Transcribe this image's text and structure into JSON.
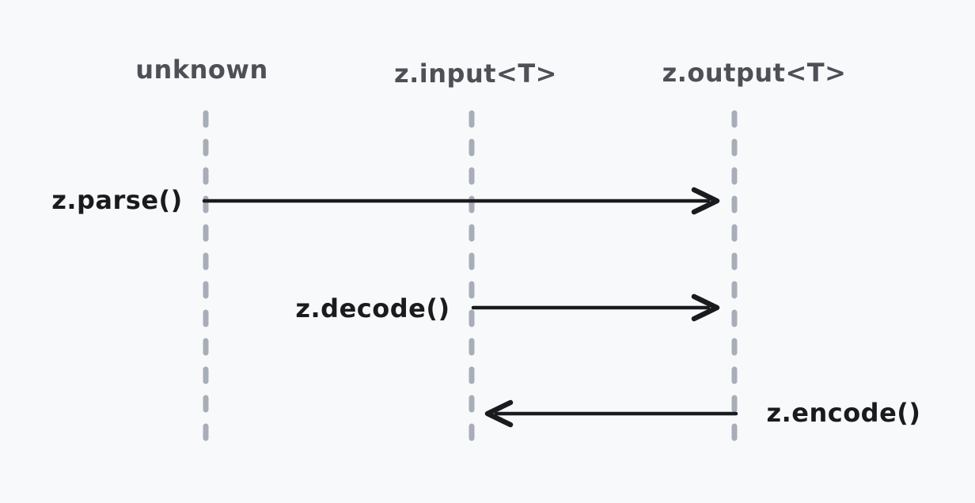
{
  "diagram": {
    "type": "sequence",
    "lifelines": [
      {
        "label": "unknown"
      },
      {
        "label": "z.input<T>"
      },
      {
        "label": "z.output<T>"
      }
    ],
    "messages": [
      {
        "label": "z.parse()",
        "from": "unknown",
        "to": "z.output<T>",
        "direction": "right"
      },
      {
        "label": "z.decode()",
        "from": "z.input<T>",
        "to": "z.output<T>",
        "direction": "right"
      },
      {
        "label": "z.encode()",
        "from": "z.output<T>",
        "to": "z.input<T>",
        "direction": "left"
      }
    ]
  },
  "colors": {
    "background": "#f8f9fb",
    "lifeline": "#a8aeb8",
    "lifeline-label": "#4d5056",
    "message": "#1a1b1e"
  }
}
